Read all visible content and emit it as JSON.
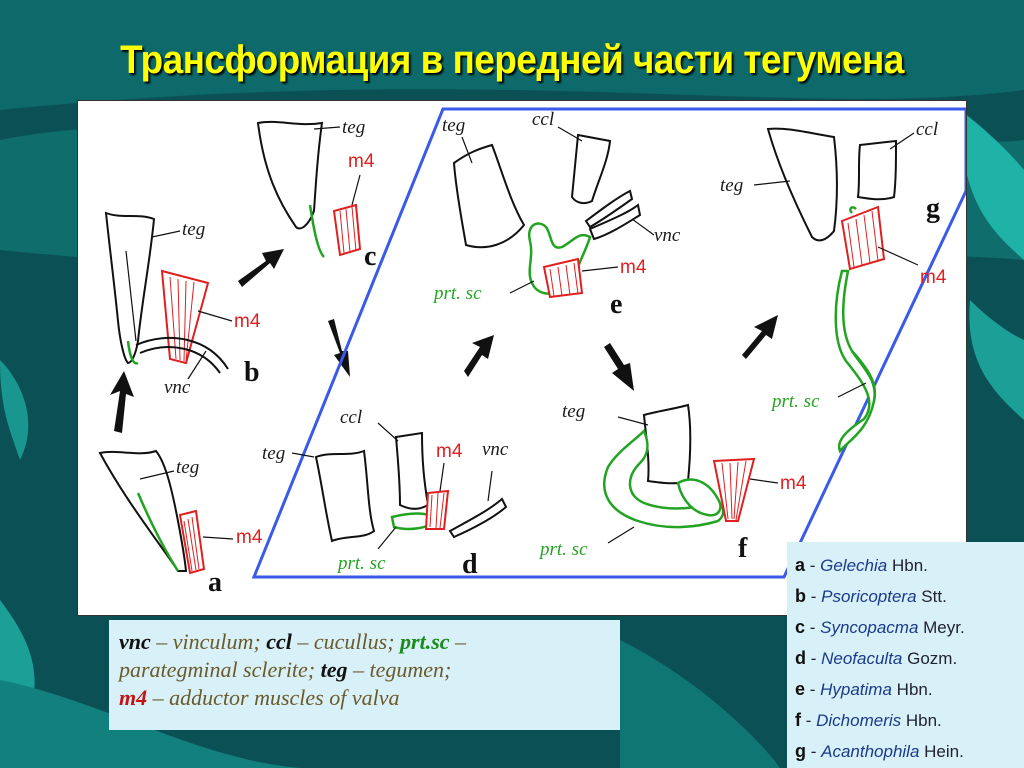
{
  "title": "Трансформация в передней части тегумена",
  "diagram": {
    "labels": {
      "teg": "teg",
      "ccl": "ccl",
      "vnc": "vnc",
      "m4": "m4",
      "prt_sc": "prt. sc"
    },
    "panels": [
      "a",
      "b",
      "c",
      "d",
      "e",
      "f",
      "g"
    ]
  },
  "legend": {
    "vnc_key": "vnc",
    "vnc_text": " – vinculum; ",
    "ccl_key": "ccl",
    "ccl_text": " – cucullus; ",
    "prt_key": "prt.sc",
    "prt_text": " –",
    "prt_text2": "parategminal sclerite; ",
    "teg_key": "teg",
    "teg_text": " – tegumen;",
    "m4_key": "m4",
    "m4_text": " – adductor muscles of valva"
  },
  "species": [
    {
      "code": "a",
      "genus": "Gelechia",
      "author": "Hbn."
    },
    {
      "code": "b",
      "genus": "Psoricoptera",
      "author": "Stt."
    },
    {
      "code": "c",
      "genus": "Syncopacma",
      "author": "Meyr."
    },
    {
      "code": "d",
      "genus": "Neofaculta",
      "author": "Gozm."
    },
    {
      "code": "e",
      "genus": "Hypatima",
      "author": "Hbn."
    },
    {
      "code": "f",
      "genus": "Dichomeris",
      "author": "Hbn."
    },
    {
      "code": "g",
      "genus": "Acanthophila",
      "author": "Hein."
    }
  ],
  "colors": {
    "title": "#ffff00",
    "muscle": "#e02020",
    "sclerite": "#22a422",
    "frame": "#3a5ae8"
  }
}
